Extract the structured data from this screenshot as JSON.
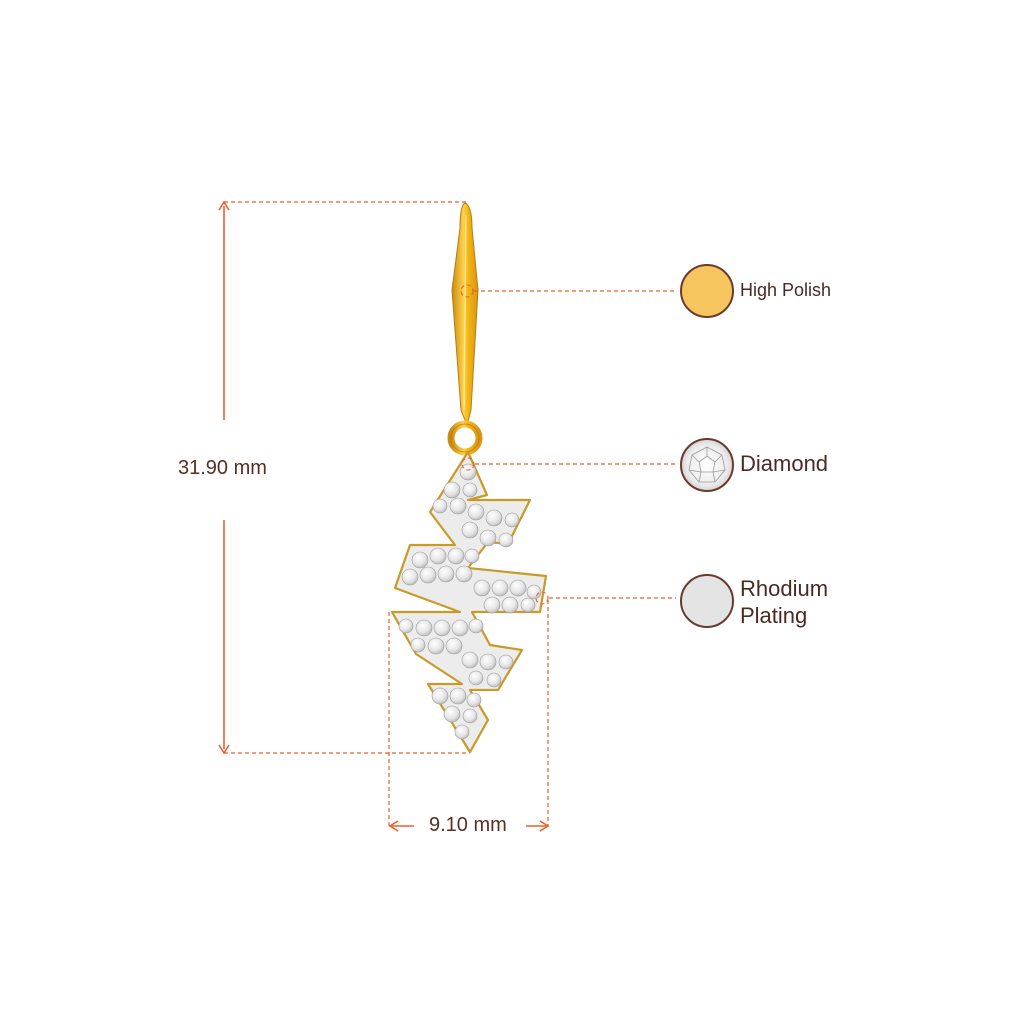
{
  "dimensions": {
    "height_label": "31.90 mm",
    "width_label": "9.10 mm"
  },
  "materials": [
    {
      "name": "High Polish",
      "swatch_color": "#f7c55e",
      "icon": "gold-swatch-icon"
    },
    {
      "name": "Diamond",
      "swatch_color": "#f4f4f4",
      "icon": "diamond-swatch-icon"
    },
    {
      "name_line1": "Rhodium",
      "name_line2": "Plating",
      "swatch_color": "#e4e4e4",
      "icon": "rhodium-swatch-icon"
    }
  ],
  "colors": {
    "guide_line": "#e8602c",
    "swatch_ring": "#6b3a2c",
    "gold": "#f2b321",
    "text": "#4a2a22"
  }
}
